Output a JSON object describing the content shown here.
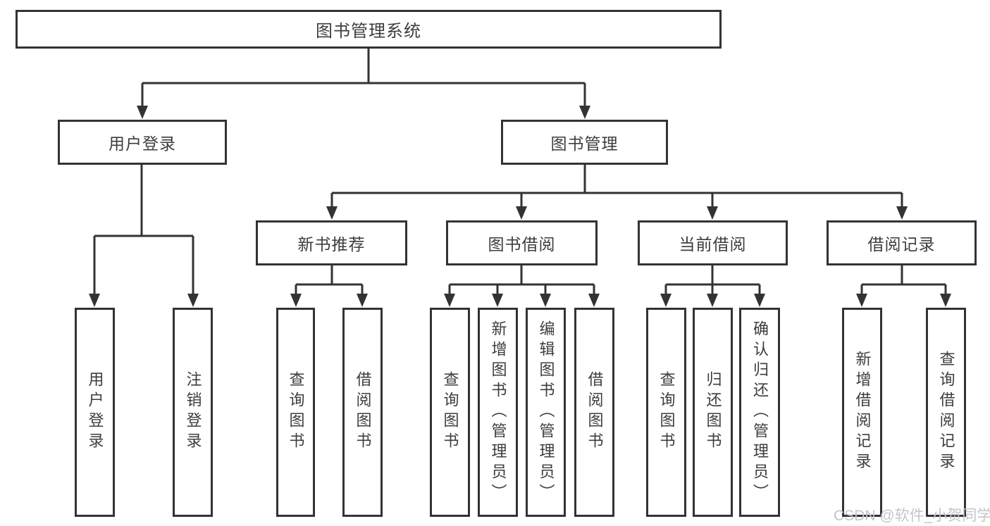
{
  "diagram": {
    "root": {
      "label": "图书管理系统"
    },
    "level2": [
      {
        "label": "用户登录"
      },
      {
        "label": "图书管理"
      }
    ],
    "level3": [
      {
        "label": "新书推荐",
        "parent": "图书管理"
      },
      {
        "label": "图书借阅",
        "parent": "图书管理"
      },
      {
        "label": "当前借阅",
        "parent": "图书管理"
      },
      {
        "label": "借阅记录",
        "parent": "图书管理"
      }
    ],
    "leaves": [
      {
        "label": "用户登录",
        "parent": "用户登录"
      },
      {
        "label": "注销登录",
        "parent": "用户登录"
      },
      {
        "label": "查询图书",
        "parent": "新书推荐"
      },
      {
        "label": "借阅图书",
        "parent": "新书推荐"
      },
      {
        "label": "查询图书",
        "parent": "图书借阅"
      },
      {
        "label": "新增图书（管理员）",
        "parent": "图书借阅"
      },
      {
        "label": "编辑图书（管理员）",
        "parent": "图书借阅"
      },
      {
        "label": "借阅图书",
        "parent": "图书借阅"
      },
      {
        "label": "查询图书",
        "parent": "当前借阅"
      },
      {
        "label": "归还图书",
        "parent": "当前借阅"
      },
      {
        "label": "确认归还（管理员）",
        "parent": "当前借阅"
      },
      {
        "label": "新增借阅记录",
        "parent": "借阅记录"
      },
      {
        "label": "查询借阅记录",
        "parent": "借阅记录"
      }
    ]
  },
  "watermark": {
    "text": "CSDN @软件_小贺同学"
  },
  "colors": {
    "line": "#333333",
    "text": "#3d3d3d",
    "background": "#ffffff",
    "watermark": "#c5c5c5"
  }
}
